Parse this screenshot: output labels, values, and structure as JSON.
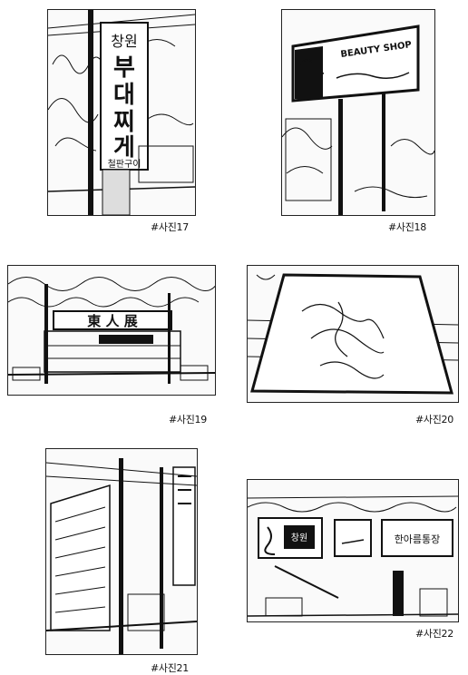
{
  "photos": [
    {
      "caption": "#사진17",
      "signs": [
        "창원",
        "부",
        "대",
        "찌",
        "게",
        "철판구이"
      ]
    },
    {
      "caption": "#사진18",
      "signs": [
        "BEAUTY SHOP"
      ]
    },
    {
      "caption": "#사진19",
      "signs": [
        "東 人 展"
      ]
    },
    {
      "caption": "#사진20",
      "signs": []
    },
    {
      "caption": "#사진21",
      "signs": []
    },
    {
      "caption": "#사진22",
      "signs": [
        "창원",
        "한아름통장"
      ]
    }
  ]
}
